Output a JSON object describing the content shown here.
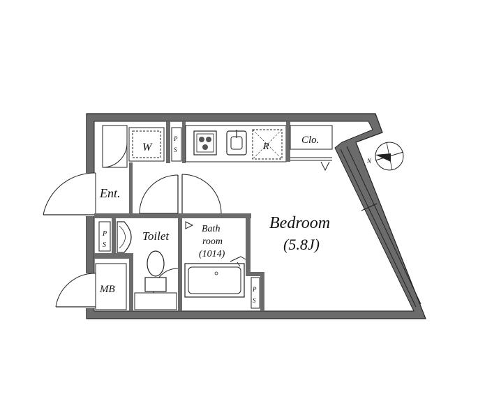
{
  "rooms": {
    "bedroom": {
      "name": "Bedroom",
      "size": "(5.8J)"
    },
    "bathroom": {
      "line1": "Bath",
      "line2": "room",
      "line3": "(1014)"
    },
    "toilet": "Toilet",
    "entrance": "Ent.",
    "closet": "Clo.",
    "washer": "W",
    "refrigerator": "R",
    "meter_box": "MB",
    "pipe_space": {
      "p": "P",
      "s": "S"
    }
  },
  "compass": {
    "north_label": "N"
  },
  "colors": {
    "wall": "#6b6b6b",
    "line": "#222222",
    "background": "#ffffff"
  }
}
